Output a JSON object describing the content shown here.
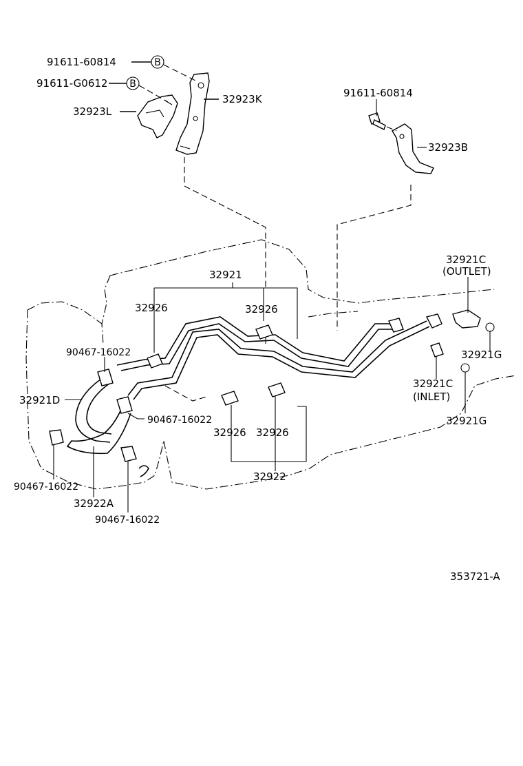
{
  "diagram": {
    "labels": {
      "bolt_a": "91611-60814",
      "bolt_b": "91611-G0612",
      "marker_b1": "B",
      "marker_b2": "B",
      "bracket_k": "32923K",
      "bracket_l": "32923L",
      "bolt_c": "91611-60814",
      "bracket_b": "32923B",
      "pipe_assy_top": "32921",
      "clamp_1": "32926",
      "clamp_2": "32926",
      "clamp_3": "32926",
      "clamp_4": "32926",
      "pipe_assy_bottom": "32922",
      "union_outlet": "32921C",
      "union_outlet_note": "(OUTLET)",
      "union_inlet": "32921C",
      "union_inlet_note": "(INLET)",
      "gasket_1": "32921G",
      "gasket_2": "32921G",
      "hose_clip_1": "90467-16022",
      "hose_clip_2": "90467-16022",
      "hose_clip_3": "90467-16022",
      "hose_clip_4": "90467-16022",
      "hose_d": "32921D",
      "hose_a": "32922A",
      "figure_id": "353721-A"
    }
  }
}
